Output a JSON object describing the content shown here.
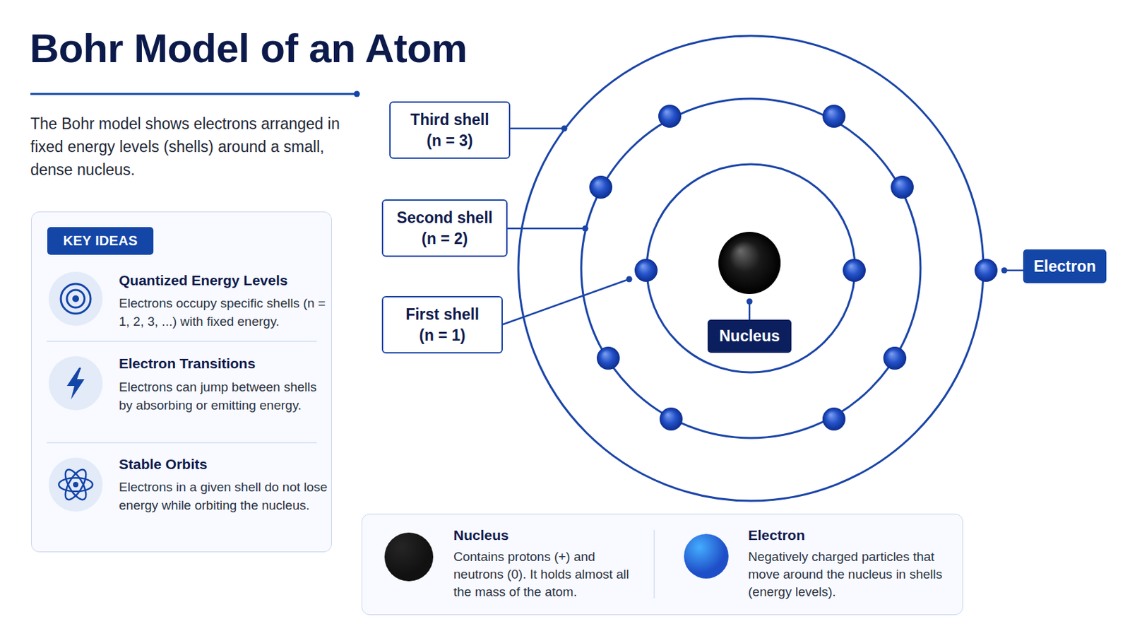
{
  "diagram": {
    "title": "Bohr Model of an Atom",
    "nodes": [
      {
        "text": [
          "Quantized Energy Levels",
          "Electrons occupy specific shells (n = 1, 2, 3, ...) with fixed energy.",
          "Electron Transitions",
          "Electrons can jump between shells by absorbing or emitting energy.",
          "Stable Orbits",
          "Electrons in a given shell do not lose energy while orbiting the nucleus."
        ]
      },
      {
        "text": [
          "KEY IDEAS"
        ],
        "in": 0
      },
      {
        "text": [
          "Third shell",
          "(n = 3)"
        ]
      },
      {
        "text": [
          "Second shell",
          "(n = 2)"
        ]
      },
      {
        "text": [
          "First shell",
          "(n = 1)"
        ]
      },
      {
        "text": [
          "Nucleus"
        ]
      },
      {
        "text": [
          "Electron"
        ]
      },
      {
        "text": [
          "Contains protons (+) and neutrons (0). It holds almost all the mass of the atom.",
          "Negatively charged particles that move around the nucleus in shells (energy levels)."
        ]
      }
    ],
    "labels": [
      "The Bohr model shows electrons arranged in fixed energy levels (shells) around a small, dense nucleus."
    ],
    "legend": [
      {
        "text": "Nucleus",
        "color": "#111111"
      },
      {
        "text": "Electron",
        "color": "#1f4fc8"
      }
    ]
  }
}
